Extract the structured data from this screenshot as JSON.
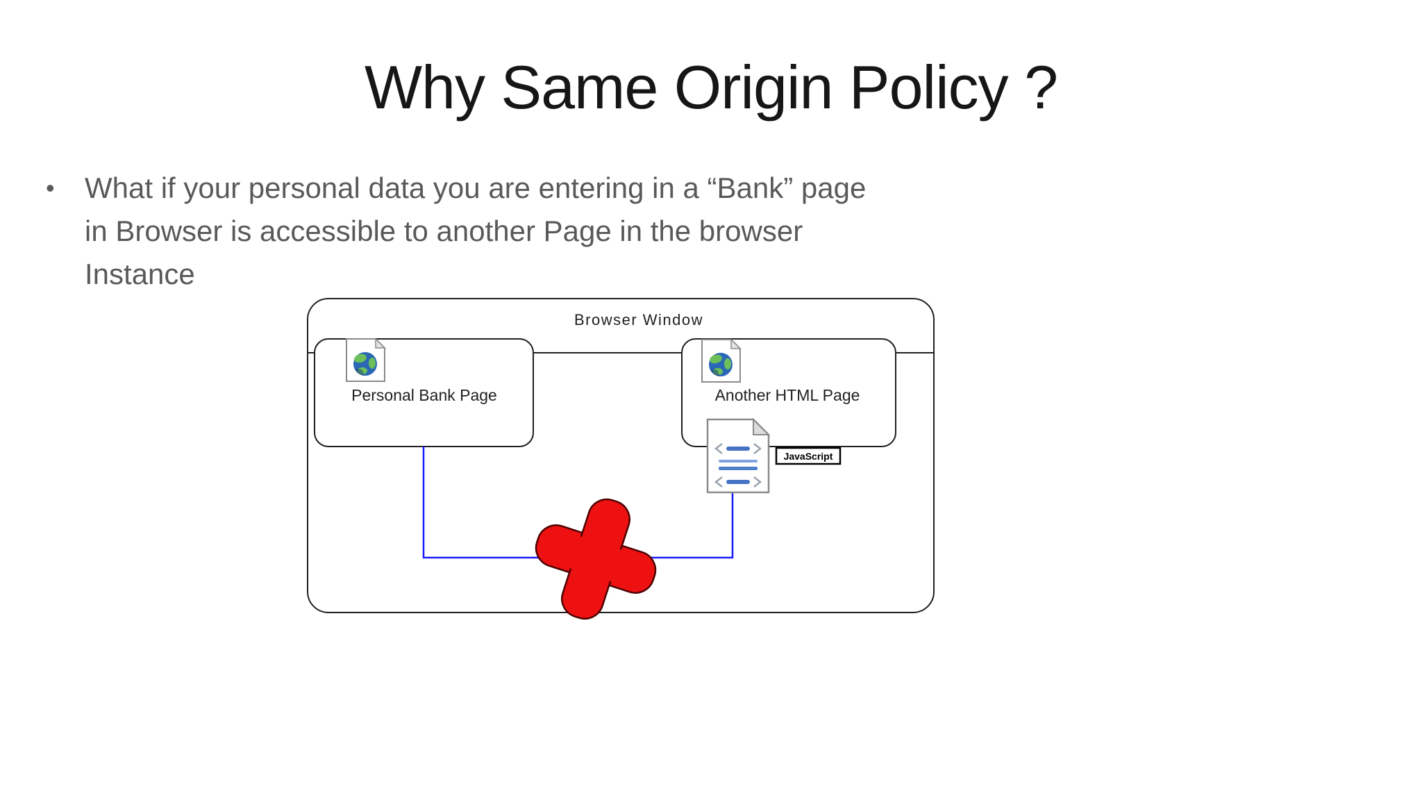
{
  "slide": {
    "title": "Why Same Origin Policy ?",
    "bullet": {
      "marker": "•",
      "lines": [
        "What if your personal data you are entering in a “Bank” page",
        "in Browser is accessible to another Page in the browser",
        "Instance"
      ]
    }
  },
  "diagram": {
    "browser_window": {
      "label": "Browser Window"
    },
    "pages": [
      {
        "label": "Personal Bank Page",
        "icon": "html-page-globe-icon"
      },
      {
        "label": "Another HTML Page",
        "icon": "html-page-globe-icon"
      }
    ],
    "script_doc": {
      "label": "JavaScript",
      "icon": "javascript-code-document-icon"
    },
    "blocked_connector": {
      "icon": "red-cross-blocked-icon"
    }
  },
  "colors": {
    "title_text": "#161616",
    "body_text": "#595959",
    "outline_black": "#1f1f1f",
    "connector_blue": "#1a1aff",
    "blocked_cross_red": "#ee1111",
    "globe_blue": "#2a68b6",
    "globe_green": "#6cbf5a",
    "code_blue": "#4472c4",
    "icon_border_gray": "#8a8a8a"
  }
}
